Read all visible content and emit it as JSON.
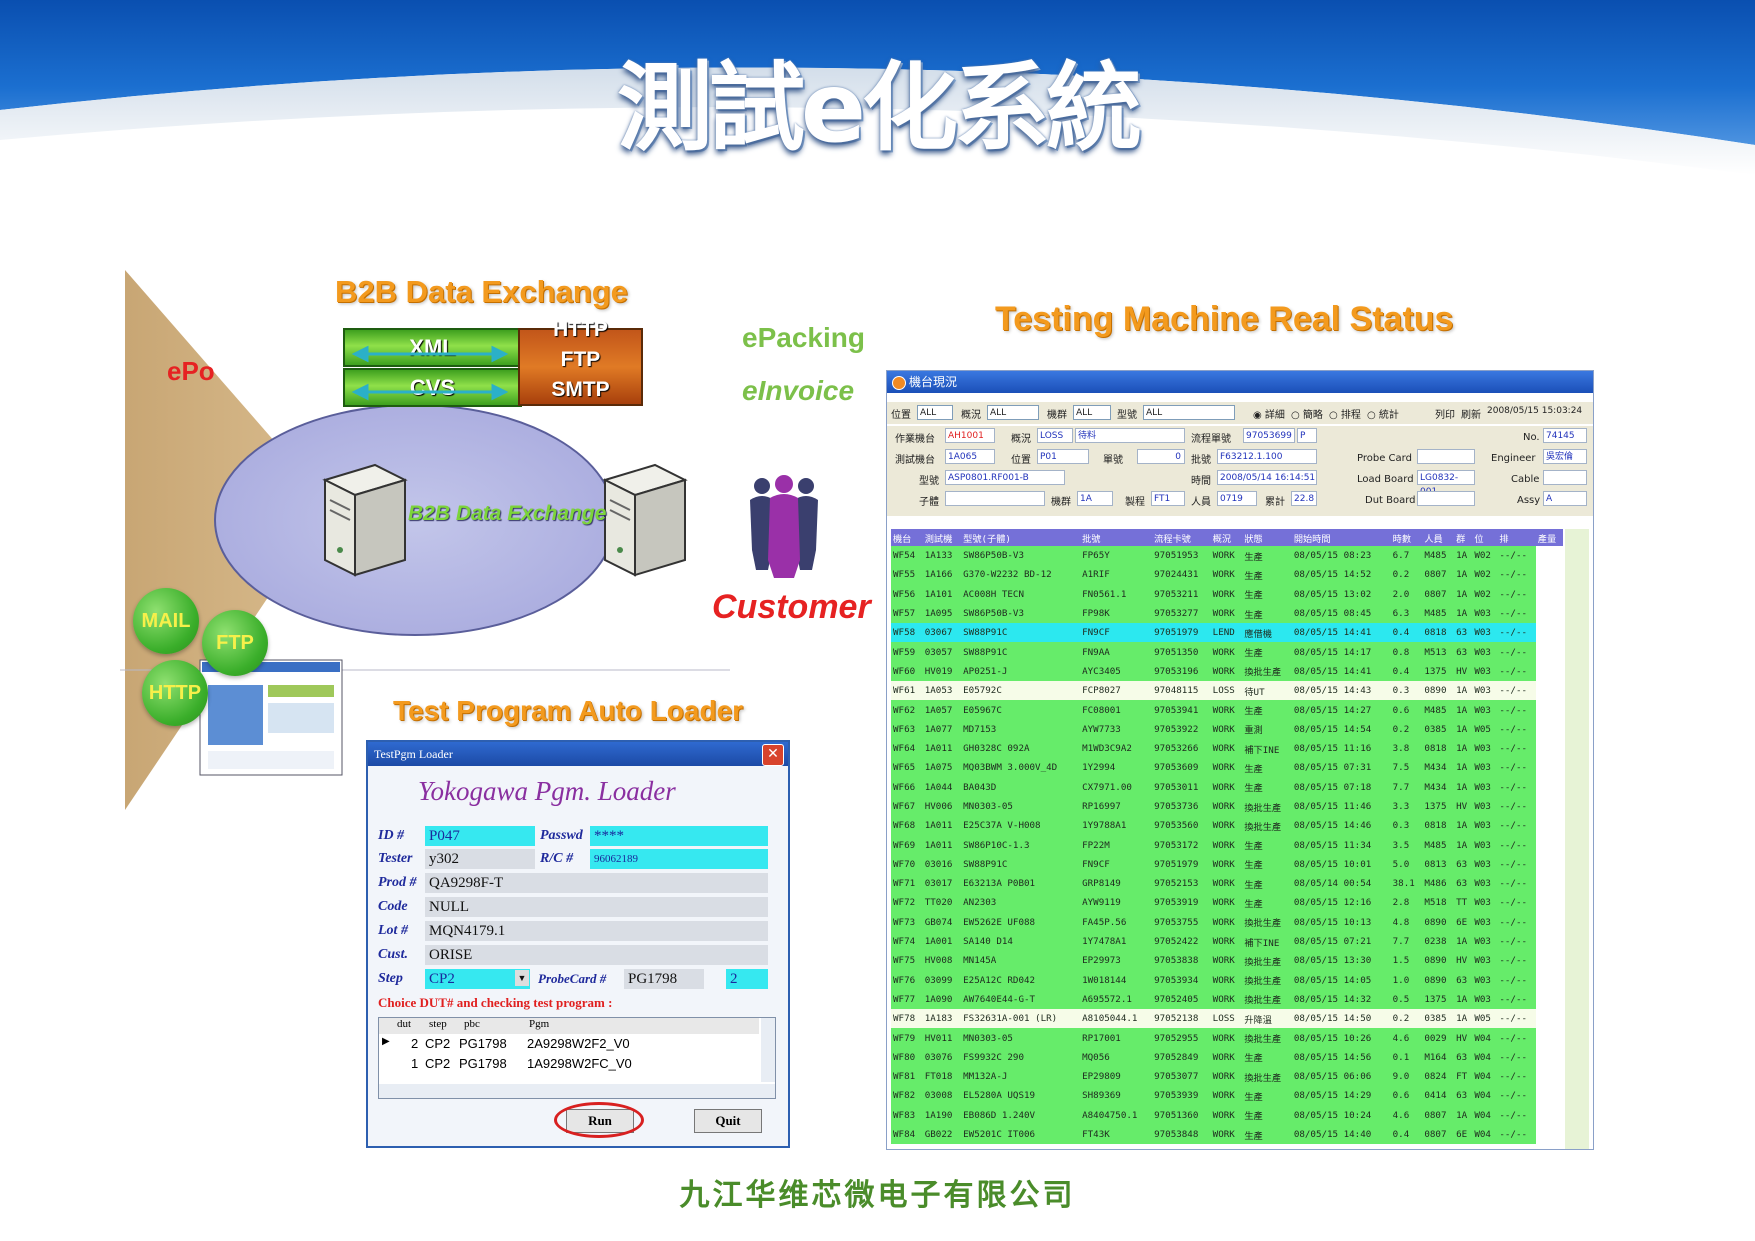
{
  "slide": {
    "title": "測試e化系統",
    "footer": "九江华维芯微电子有限公司",
    "colors": {
      "header_blue": "#1a64c4",
      "accent_orange": "#f39a1e",
      "green": "#7cc04a",
      "red": "#e62222"
    }
  },
  "b2b": {
    "title": "B2B Data Exchange",
    "bar1": "XML",
    "bar2": "CVS",
    "protocols": [
      "HTTP",
      "FTP",
      "SMTP"
    ],
    "ellipse_label": "B2B Data Exchange",
    "epo": "ePo",
    "circles": [
      "MAIL",
      "FTP",
      "HTTP"
    ]
  },
  "customer": {
    "epacking": "ePacking",
    "einvoice": "eInvoice",
    "label": "Customer"
  },
  "loader": {
    "section_title": "Test Program Auto Loader",
    "window_title": "TestPgm Loader",
    "heading": "Yokogawa Pgm. Loader",
    "labels": {
      "id": "ID #",
      "passwd": "Passwd",
      "tester": "Tester",
      "rc": "R/C #",
      "prod": "Prod #",
      "code": "Code",
      "lot": "Lot #",
      "cust": "Cust.",
      "step": "Step",
      "probecard": "ProbeCard #"
    },
    "values": {
      "id": "P047",
      "passwd": "****",
      "tester": "y302",
      "rc": "96062189",
      "prod": "QA9298F-T",
      "code": "NULL",
      "lot": "MQN4179.1",
      "cust": "ORISE",
      "step": "CP2",
      "probecard": "PG1798",
      "probecard_no": "2"
    },
    "instruction": "Choice DUT# and checking test program :",
    "table_headers": [
      "dut",
      "step",
      "pbc",
      "Pgm"
    ],
    "table_rows": [
      [
        "2",
        "CP2",
        "PG1798",
        "2A9298W2F2_V0"
      ],
      [
        "1",
        "CP2",
        "PG1798",
        "1A9298W2FC_V0"
      ]
    ],
    "run_label": "Run",
    "quit_label": "Quit"
  },
  "status": {
    "section_title": "Testing Machine Real Status",
    "window_title": "機台現況",
    "toolbar": {
      "pos_label": "位置",
      "pos_val": "ALL",
      "state_label": "概況",
      "state_val": "ALL",
      "group_label": "機群",
      "group_val": "ALL",
      "model_label": "型號",
      "model_val": "ALL",
      "radios": [
        "詳細",
        "簡略",
        "排程",
        "統計"
      ],
      "print": "列印",
      "refresh": "刷新",
      "timestamp": "2008/05/15 15:03:24"
    },
    "info": {
      "work_label": "作業機台",
      "work_val": "AH1001",
      "state_label": "概況",
      "state_val": "LOSS",
      "state_extra": "待料",
      "flow_label": "流程單號",
      "flow_val": "97053699",
      "flow_extra": "P",
      "no_label": "No.",
      "no_val": "74145",
      "test_label": "測試機台",
      "test_val": "1A065",
      "pos_label": "位置",
      "pos_val": "P01",
      "qty_label": "單號",
      "qty_val": "0",
      "lot_label": "批號",
      "lot_val": "F63212.1.100",
      "probe_label": "Probe Card",
      "eng_label": "Engineer",
      "eng_val": "吳宏倫",
      "model_label": "型號",
      "model_val": "ASP0801.RF001-B",
      "time_label": "時間",
      "time_val": "2008/05/14 16:14:51",
      "load_label": "Load Board",
      "load_val": "LG0832-001",
      "cable_label": "Cable",
      "sub_label": "子體",
      "grp_label": "機群",
      "grp_val": "1A",
      "proc_label": "製程",
      "proc_val": "FT1",
      "person_label": "人員",
      "person_val": "0719",
      "cum_label": "累計",
      "cum_val": "22.8",
      "dut_label": "Dut Board",
      "assy_label": "Assy",
      "assy_val": "A"
    },
    "columns": [
      "機台",
      "測試機",
      "型號(子體)",
      "批號",
      "流程卡號",
      "概況",
      "狀態",
      "開始時間",
      "時數",
      "人員",
      "群",
      "位",
      "排",
      "產量"
    ],
    "rows": [
      [
        "g",
        "WF54",
        "1A133",
        "SW86P50B-V3",
        "FP65Y",
        "97051953",
        "WORK",
        "生產",
        "08/05/15 08:23",
        "6.7",
        "M485",
        "1A",
        "W02",
        "--/--"
      ],
      [
        "g",
        "WF55",
        "1A166",
        "G370-W2232 BD-12",
        "A1RIF",
        "97024431",
        "WORK",
        "生產",
        "08/05/15 14:52",
        "0.2",
        "0807",
        "1A",
        "W02",
        "--/--"
      ],
      [
        "g",
        "WF56",
        "1A101",
        "AC008H TECN",
        "FN0561.1",
        "97053211",
        "WORK",
        "生產",
        "08/05/15 13:02",
        "2.0",
        "0807",
        "1A",
        "W02",
        "--/--"
      ],
      [
        "g",
        "WF57",
        "1A095",
        "SW86P50B-V3",
        "FP98K",
        "97053277",
        "WORK",
        "生產",
        "08/05/15 08:45",
        "6.3",
        "M485",
        "1A",
        "W03",
        "--/--"
      ],
      [
        "c",
        "WF58",
        "03067",
        "SW88P91C",
        "FN9CF",
        "97051979",
        "LEND",
        "應借機",
        "08/05/15 14:41",
        "0.4",
        "0818",
        "63",
        "W03",
        "--/--"
      ],
      [
        "g",
        "WF59",
        "03057",
        "SW88P91C",
        "FN9AA",
        "97051350",
        "WORK",
        "生產",
        "08/05/15 14:17",
        "0.8",
        "M513",
        "63",
        "W03",
        "--/--"
      ],
      [
        "g",
        "WF60",
        "HV019",
        "AP0251-J",
        "AYC3405",
        "97053196",
        "WORK",
        "換批生產",
        "08/05/15 14:41",
        "0.4",
        "1375",
        "HV",
        "W03",
        "--/--"
      ],
      [
        "w",
        "WF61",
        "1A053",
        "E05792C",
        "FCP8027",
        "97048115",
        "LOSS",
        "待UT",
        "08/05/15 14:43",
        "0.3",
        "0890",
        "1A",
        "W03",
        "--/--"
      ],
      [
        "g",
        "WF62",
        "1A057",
        "E05967C",
        "FC08001",
        "97053941",
        "WORK",
        "生產",
        "08/05/15 14:27",
        "0.6",
        "M485",
        "1A",
        "W03",
        "--/--"
      ],
      [
        "g",
        "WF63",
        "1A077",
        "MD7153",
        "AYW7733",
        "97053922",
        "WORK",
        "重測",
        "08/05/15 14:54",
        "0.2",
        "0385",
        "1A",
        "W05",
        "--/--"
      ],
      [
        "g",
        "WF64",
        "1A011",
        "GH0328C 092A",
        "M1WD3C9A2",
        "97053266",
        "WORK",
        "補下INE",
        "08/05/15 11:16",
        "3.8",
        "0818",
        "1A",
        "W03",
        "--/--"
      ],
      [
        "g",
        "WF65",
        "1A075",
        "MQ03BWM 3.000V_4D",
        "1Y2994",
        "97053609",
        "WORK",
        "生產",
        "08/05/15 07:31",
        "7.5",
        "M434",
        "1A",
        "W03",
        "--/--"
      ],
      [
        "g",
        "WF66",
        "1A044",
        "BA043D",
        "CX7971.00",
        "97053011",
        "WORK",
        "生產",
        "08/05/15 07:18",
        "7.7",
        "M434",
        "1A",
        "W03",
        "--/--"
      ],
      [
        "g",
        "WF67",
        "HV006",
        "MN0303-05",
        "RP16997",
        "97053736",
        "WORK",
        "換批生產",
        "08/05/15 11:46",
        "3.3",
        "1375",
        "HV",
        "W03",
        "--/--"
      ],
      [
        "g",
        "WF68",
        "1A011",
        "E25C37A V-H008",
        "1Y9788A1",
        "97053560",
        "WORK",
        "換批生產",
        "08/05/15 14:46",
        "0.3",
        "0818",
        "1A",
        "W03",
        "--/--"
      ],
      [
        "g",
        "WF69",
        "1A011",
        "SW86P10C-1.3",
        "FP22M",
        "97053172",
        "WORK",
        "生產",
        "08/05/15 11:34",
        "3.5",
        "M485",
        "1A",
        "W03",
        "--/--"
      ],
      [
        "g",
        "WF70",
        "03016",
        "SW88P91C",
        "FN9CF",
        "97051979",
        "WORK",
        "生產",
        "08/05/15 10:01",
        "5.0",
        "0813",
        "63",
        "W03",
        "--/--"
      ],
      [
        "g",
        "WF71",
        "03017",
        "E63213A P0B01",
        "GRP8149",
        "97052153",
        "WORK",
        "生產",
        "08/05/14 00:54",
        "38.1",
        "M486",
        "63",
        "W03",
        "--/--"
      ],
      [
        "g",
        "WF72",
        "TT020",
        "AN2303",
        "AYW9119",
        "97053919",
        "WORK",
        "生產",
        "08/05/15 12:16",
        "2.8",
        "M518",
        "TT",
        "W03",
        "--/--"
      ],
      [
        "g",
        "WF73",
        "GB074",
        "EW5262E UF088",
        "FA45P.56",
        "97053755",
        "WORK",
        "換批生產",
        "08/05/15 10:13",
        "4.8",
        "0890",
        "6E",
        "W03",
        "--/--"
      ],
      [
        "g",
        "WF74",
        "1A001",
        "SA140 D14",
        "1Y7478A1",
        "97052422",
        "WORK",
        "補下INE",
        "08/05/15 07:21",
        "7.7",
        "0238",
        "1A",
        "W03",
        "--/--"
      ],
      [
        "g",
        "WF75",
        "HV008",
        "MN145A",
        "EP29973",
        "97053838",
        "WORK",
        "換批生產",
        "08/05/15 13:30",
        "1.5",
        "0890",
        "HV",
        "W03",
        "--/--"
      ],
      [
        "g",
        "WF76",
        "03099",
        "E25A12C RD042",
        "1W018144",
        "97053934",
        "WORK",
        "換批生產",
        "08/05/15 14:05",
        "1.0",
        "0890",
        "63",
        "W03",
        "--/--"
      ],
      [
        "g",
        "WF77",
        "1A090",
        "AW7640E44-G-T",
        "A695572.1",
        "97052405",
        "WORK",
        "換批生產",
        "08/05/15 14:32",
        "0.5",
        "1375",
        "1A",
        "W03",
        "--/--"
      ],
      [
        "w",
        "WF78",
        "1A183",
        "FS32631A-001 (LR)",
        "A8105044.1",
        "97052138",
        "LOSS",
        "升降溫",
        "08/05/15 14:50",
        "0.2",
        "0385",
        "1A",
        "W05",
        "--/--"
      ],
      [
        "g",
        "WF79",
        "HV011",
        "MN0303-05",
        "RP17001",
        "97052955",
        "WORK",
        "換批生產",
        "08/05/15 10:26",
        "4.6",
        "0029",
        "HV",
        "W04",
        "--/--"
      ],
      [
        "g",
        "WF80",
        "03076",
        "FS9932C 290",
        "MQ056",
        "97052849",
        "WORK",
        "生產",
        "08/05/15 14:56",
        "0.1",
        "M164",
        "63",
        "W04",
        "--/--"
      ],
      [
        "g",
        "WF81",
        "FT018",
        "MM132A-J",
        "EP29809",
        "97053077",
        "WORK",
        "換批生產",
        "08/05/15 06:06",
        "9.0",
        "0824",
        "FT",
        "W04",
        "--/--"
      ],
      [
        "g",
        "WF82",
        "03008",
        "EL5280A UQS19",
        "SH89369",
        "97053939",
        "WORK",
        "生產",
        "08/05/15 14:29",
        "0.6",
        "0414",
        "63",
        "W04",
        "--/--"
      ],
      [
        "g",
        "WF83",
        "1A190",
        "EB086D 1.240V",
        "A8404750.1",
        "97051360",
        "WORK",
        "生產",
        "08/05/15 10:24",
        "4.6",
        "0807",
        "1A",
        "W04",
        "--/--"
      ],
      [
        "g",
        "WF84",
        "GB022",
        "EW5201C IT006",
        "FT43K",
        "97053848",
        "WORK",
        "生產",
        "08/05/15 14:40",
        "0.4",
        "0807",
        "6E",
        "W04",
        "--/--"
      ]
    ]
  }
}
